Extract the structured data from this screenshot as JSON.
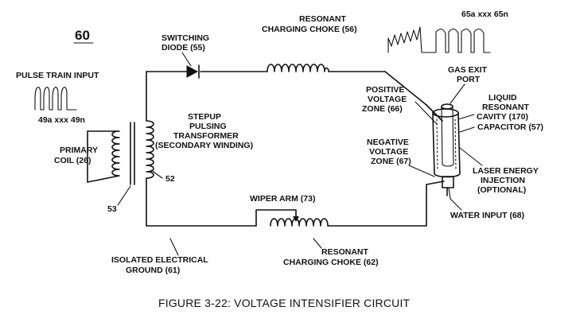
{
  "figure": {
    "number": "60",
    "caption": "FIGURE 3-22: VOLTAGE INTENSIFIER CIRCUIT"
  },
  "labels": {
    "pulse_train_input": "PULSE TRAIN INPUT",
    "pulse_series": "49a xxx 49n",
    "output_series": "65a xxx 65n",
    "switching_diode": [
      "SWITCHING",
      "DIODE (55)"
    ],
    "choke_top": [
      "RESONANT",
      "CHARGING CHOKE (56)"
    ],
    "choke_bottom": [
      "RESONANT",
      "CHARGING CHOKE (62)"
    ],
    "transformer": [
      "STEPUP",
      "PULSING",
      "TRANSFORMER",
      "(SECONDARY WINDING)"
    ],
    "primary_coil": [
      "PRIMARY",
      "COIL (26)"
    ],
    "ref_52": "52",
    "ref_53": "53",
    "wiper_arm": "WIPER ARM (73)",
    "ground": [
      "ISOLATED ELECTRICAL",
      "GROUND (61)"
    ],
    "positive_zone": [
      "POSITIVE",
      "VOLTAGE",
      "ZONE (66)"
    ],
    "negative_zone": [
      "NEGATIVE",
      "VOLTAGE",
      "ZONE (67)"
    ],
    "gas_exit": [
      "GAS EXIT",
      "PORT"
    ],
    "liquid_cavity": [
      "LIQUID",
      "RESONANT",
      "CAVITY (170)"
    ],
    "capacitor": "CAPACITOR (57)",
    "laser": [
      "LASER ENERGY",
      "INJECTION",
      "(OPTIONAL)"
    ],
    "water_input": "WATER INPUT (68)"
  }
}
